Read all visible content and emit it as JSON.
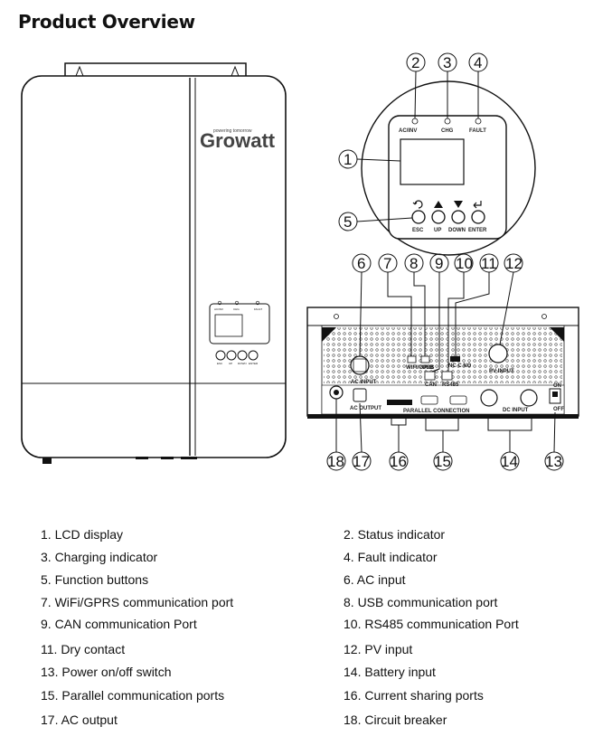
{
  "page": {
    "title": "Product Overview"
  },
  "front_panel": {
    "logo_tagline": "powering tomorrow",
    "lcd_indicator_labels": [
      "AC/INV",
      "CHG",
      "FAULT"
    ],
    "button_labels": [
      "ESC",
      "UP",
      "DOWN",
      "ENTER"
    ]
  },
  "lcd_detail": {
    "indicator_labels": [
      "AC/INV",
      "CHG",
      "FAULT"
    ],
    "button_labels": [
      "ESC",
      "UP",
      "DOWN",
      "ENTER"
    ],
    "callouts": [
      "1",
      "2",
      "3",
      "4",
      "5"
    ]
  },
  "bottom_view": {
    "port_labels": {
      "wifi": "WIFI/GPRS",
      "usb": "USB",
      "can": "CAN",
      "rs485": "RS485",
      "dry": "NC C NO",
      "ac_input": "AC INPUT",
      "pv_input": "PV INPUT",
      "ac_output": "AC OUTPUT",
      "parallel": "PARALLEL CONNECTION",
      "dc_input": "DC INPUT",
      "switch_on": "ON",
      "switch_off": "OFF"
    },
    "callouts_top": [
      "6",
      "7",
      "8",
      "9",
      "10",
      "11",
      "12"
    ],
    "callouts_bottom": [
      "18",
      "17",
      "16",
      "15",
      "14",
      "13"
    ]
  },
  "parts_list": [
    "1. LCD display",
    "2. Status indicator",
    "3. Charging indicator",
    "4. Fault indicator",
    "5. Function buttons",
    "6. AC input",
    "7. WiFi/GPRS communication port",
    "8. USB communication port",
    "9. CAN communication Port",
    "10. RS485 communication Port",
    "11. Dry contact",
    "12. PV input",
    "13. Power on/off switch",
    "14. Battery input",
    "15. Parallel communication ports",
    "16. Current sharing ports",
    "17. AC output",
    "18. Circuit breaker"
  ]
}
